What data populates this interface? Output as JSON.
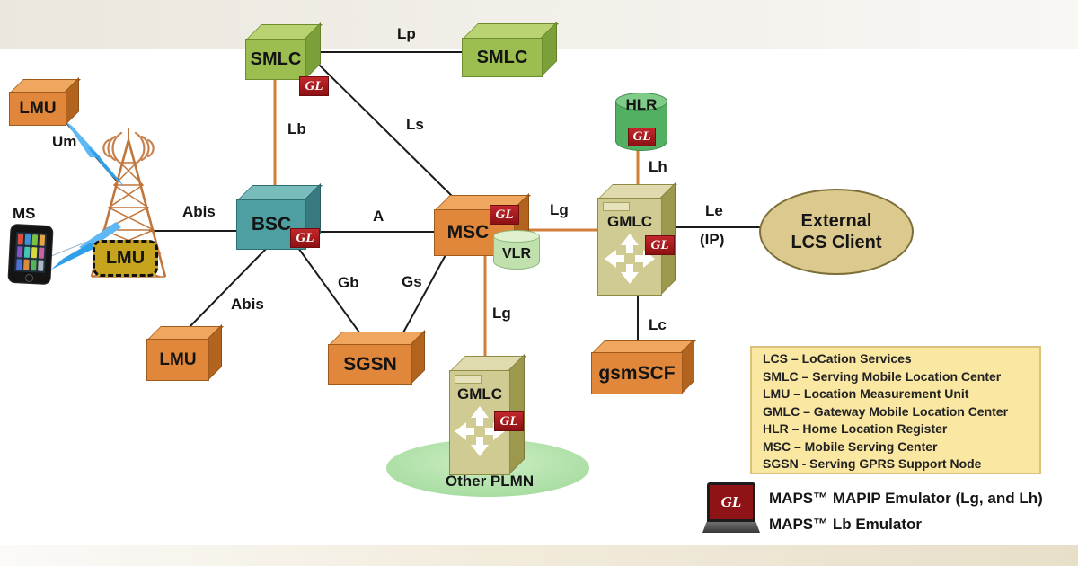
{
  "nodes": {
    "lmu_top": "LMU",
    "lmu_dashed": "LMU",
    "lmu_bottom": "LMU",
    "ms": "MS",
    "smlc_serving": "SMLC",
    "smlc_peer": "SMLC",
    "bsc": "BSC",
    "msc": "MSC",
    "vlr": "VLR",
    "hlr": "HLR",
    "gmlc_home": "GMLC",
    "gmlc_other": "GMLC",
    "sgsn": "SGSN",
    "gsmscf": "gsmSCF",
    "external_lcs_client": {
      "line1": "External",
      "line2": "LCS Client"
    },
    "other_plmn": "Other PLMN"
  },
  "interfaces": {
    "lp": "Lp",
    "lb": "Lb",
    "ls": "Ls",
    "um": "Um",
    "abis_bts": "Abis",
    "abis_lmu": "Abis",
    "a": "A",
    "gb": "Gb",
    "gs": "Gs",
    "lg_gmlc": "Lg",
    "lg_other_plmn": "Lg",
    "lh": "Lh",
    "le": "Le",
    "le_ip": "(IP)",
    "lc": "Lc"
  },
  "badge": {
    "gl": "GL"
  },
  "legend": {
    "items": [
      "LCS – LoCation Services",
      "SMLC – Serving Mobile Location Center",
      "LMU – Location Measurement Unit",
      "GMLC – Gateway Mobile Location Center",
      "HLR – Home Location Register",
      "MSC – Mobile Serving Center",
      "SGSN - Serving GPRS Support Node"
    ]
  },
  "maps_note": {
    "line1": "MAPS™ MAPIP Emulator (Lg, and Lh)",
    "line2": "MAPS™ Lb Emulator"
  },
  "colors": {
    "gl_badge_red": "#8e1316",
    "link_orange": "#d07f3a",
    "node_orange": "#e0873b",
    "node_green": "#9cbe51",
    "node_teal": "#4e9fa2",
    "server_khaki": "#cfcb93",
    "legend_bg": "#fae7a2",
    "client_fill": "#dbc98e",
    "plmn_green": "#b9e3ae",
    "bolt_blue": "#35a5ef"
  }
}
